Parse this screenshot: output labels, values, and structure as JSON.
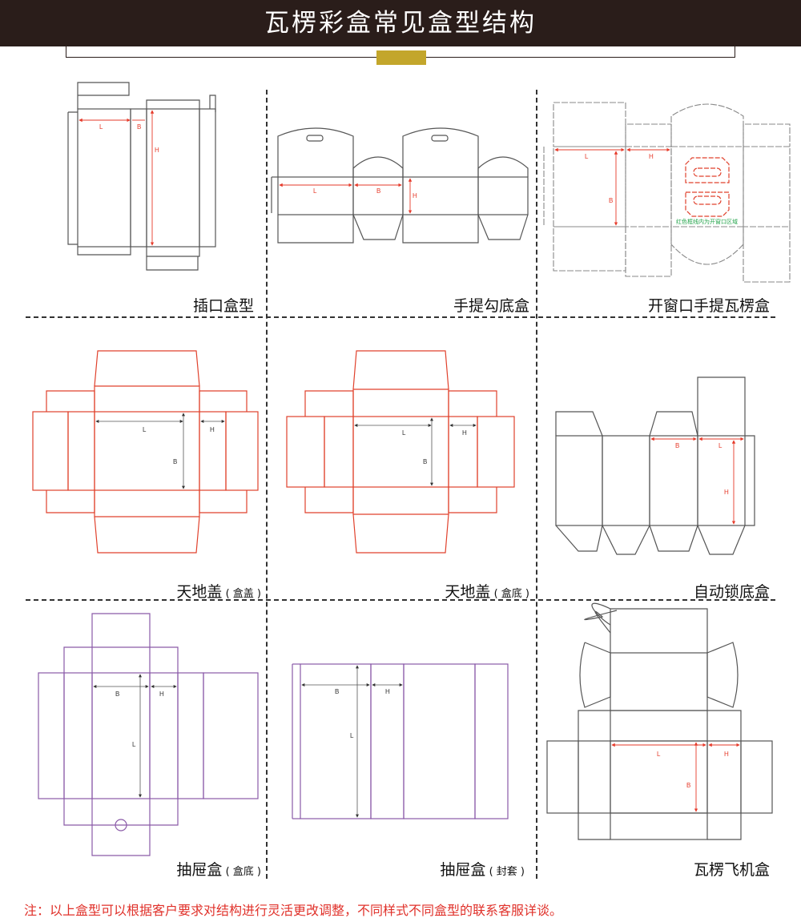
{
  "title": "瓦楞彩盒常见盒型结构",
  "colors": {
    "header_bg": "#2a1d1a",
    "gold": "#c3a62b",
    "black_line": "#555555",
    "red_line": "#e0412c",
    "purple_line": "#8a5aa8",
    "dim_red": "#e63a2a",
    "note": "#e0312a",
    "window_label": "#22a34a"
  },
  "cells": [
    {
      "name": "插口盒型",
      "suffix": "",
      "dims": {
        "L": "L",
        "B": "B",
        "H": "H"
      }
    },
    {
      "name": "手提勾底盒",
      "suffix": "",
      "dims": {
        "L": "L",
        "B": "B",
        "H": "H"
      }
    },
    {
      "name": "开窗口手提瓦楞盒",
      "suffix": "",
      "dims": {
        "L": "L",
        "B": "B",
        "H": "H"
      },
      "window_label": "红色框线内为开窗口区域"
    },
    {
      "name": "天地盖",
      "suffix": "( 盒盖 )",
      "dims": {
        "L": "L",
        "B": "B",
        "H": "H"
      }
    },
    {
      "name": "天地盖",
      "suffix": "( 盒底 )",
      "dims": {
        "L": "L",
        "B": "B",
        "H": "H"
      }
    },
    {
      "name": "自动锁底盒",
      "suffix": "",
      "dims": {
        "L": "L",
        "B": "B",
        "H": "H"
      }
    },
    {
      "name": "抽屉盒",
      "suffix": "( 盒底 )",
      "dims": {
        "L": "L",
        "B": "B",
        "H": "H"
      }
    },
    {
      "name": "抽屉盒",
      "suffix": "( 封套 )",
      "dims": {
        "L": "L",
        "B": "B",
        "H": "H"
      }
    },
    {
      "name": "瓦楞飞机盒",
      "suffix": "",
      "dims": {
        "L": "L",
        "B": "B",
        "H": "H"
      }
    }
  ],
  "note": "注：以上盒型可以根据客户要求对结构进行灵活更改调整，不同样式不同盒型的联系客服详谈。"
}
